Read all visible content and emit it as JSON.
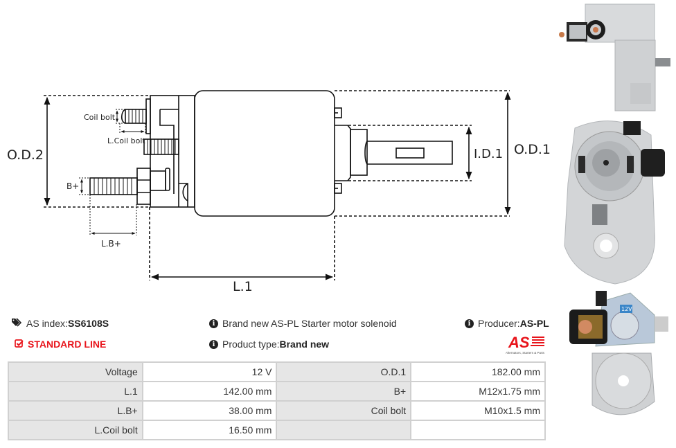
{
  "drawing": {
    "labels": {
      "od2": "O.D.2",
      "od1": "O.D.1",
      "id1": "I.D.1",
      "l1": "L.1",
      "lb_plus": "L.B+",
      "b_plus": "B+",
      "coil_bolt": "Coil bolt",
      "l_coil_bolt": "L.Coil bolt"
    }
  },
  "info": {
    "as_index_label": "AS index: ",
    "as_index_value": "SS6108S",
    "line_label": "STANDARD LINE",
    "description": "Brand new AS-PL Starter motor solenoid",
    "product_type_label": "Product type: ",
    "product_type_value": "Brand new",
    "producer_label": "Producer: ",
    "producer_value": "AS-PL",
    "logo_text": "AS",
    "logo_tagline": "Alternators, Starters & Parts"
  },
  "colors": {
    "accent_red": "#e8141b",
    "table_key_bg": "#e6e6e6",
    "table_border": "#d0d0d0"
  },
  "specs": [
    [
      {
        "k": "Voltage",
        "v": "12 V"
      },
      {
        "k": "O.D.1",
        "v": "182.00 mm"
      }
    ],
    [
      {
        "k": "L.1",
        "v": "142.00 mm"
      },
      {
        "k": "B+",
        "v": "M12x1.75 mm"
      }
    ],
    [
      {
        "k": "L.B+",
        "v": "38.00 mm"
      },
      {
        "k": "Coil bolt",
        "v": "M10x1.5 mm"
      }
    ],
    [
      {
        "k": "L.Coil bolt",
        "v": "16.50 mm"
      },
      {
        "k": "",
        "v": ""
      }
    ]
  ],
  "photos": [
    {
      "name": "side-view"
    },
    {
      "name": "front-view"
    },
    {
      "name": "top-view",
      "badge": "12V"
    }
  ]
}
